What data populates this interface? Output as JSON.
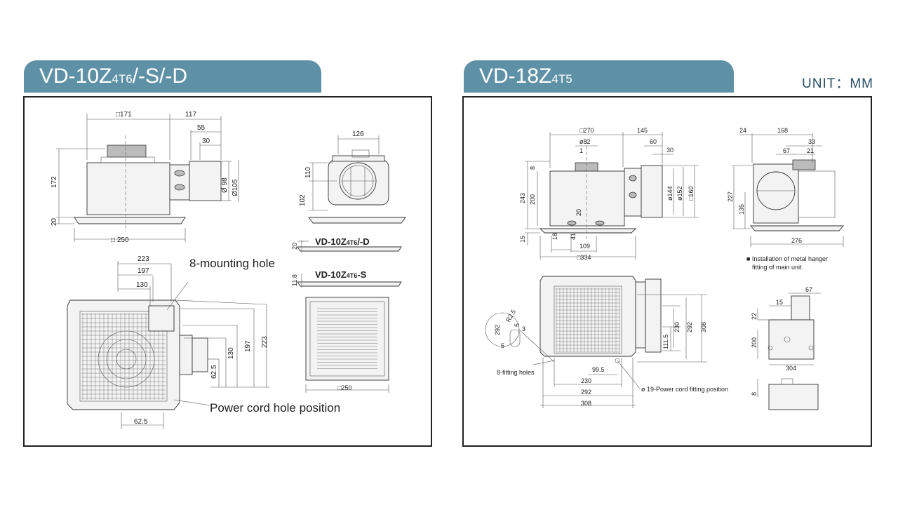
{
  "tabs": {
    "left": {
      "main": "VD-10Z",
      "sub": "4T6",
      "rest": "/-S/-D"
    },
    "right": {
      "main": "VD-18Z",
      "sub": "4T5"
    }
  },
  "unit_label": "UNIT：MM",
  "left": {
    "callouts": {
      "mounting_hole": "8-mounting hole",
      "power_cord": "Power cord  hole position"
    },
    "variant_d": {
      "main": "VD-10Z",
      "sub": "4T6",
      "rest": "/-D"
    },
    "variant_s": {
      "main": "VD-10Z",
      "sub": "4T6",
      "rest": "-S"
    },
    "dims": {
      "sq171": "□171",
      "d117": "117",
      "d55": "55",
      "d30": "30",
      "d172": "172",
      "d20": "20",
      "phi98": "Ø 98",
      "phi105": "Ø105",
      "sq250": "□ 250",
      "d126": "126",
      "d110": "110",
      "d102": "102",
      "d20b": "20",
      "d11_8": "11.8",
      "d223": "223",
      "d197": "197",
      "d130": "130",
      "d62_5a": "62.5",
      "d130b": "130",
      "d197b": "197",
      "d223b": "223",
      "d62_5b": "62.5",
      "sq250b": "□250"
    }
  },
  "right": {
    "notes": {
      "hanger_1": "■ Installation of metal hanger",
      "hanger_2": "fitting of main unit",
      "fitting_holes": "8-fitting holes",
      "power_cord": "ø 19-Power cord fitting position"
    },
    "dims": {
      "sq270": "□270",
      "d145": "145",
      "phi82": "ø82",
      "d60": "60",
      "d30": "30",
      "d1": "1",
      "d8": "8",
      "d243": "243",
      "d200": "200",
      "d20": "20",
      "phi144": "ø144",
      "phi152": "ø152",
      "sq160": "□160",
      "d15": "15",
      "d18": "18",
      "d41": "41",
      "d109": "109",
      "sq334": "□334",
      "d24": "24",
      "d168": "168",
      "d33": "33",
      "d67": "67",
      "d21": "21",
      "d227": "227",
      "d135": "135",
      "d276": "276",
      "d292": "292",
      "d5": "5",
      "d3": "3",
      "r2_5": "R2.5",
      "d5b": "5",
      "d230": "230",
      "d292b": "292",
      "d308": "308",
      "d111_5": "111.5",
      "d99_5": "99.5",
      "d230b": "230",
      "d292c": "292",
      "d308b": "308",
      "d67b": "67",
      "d15b": "15",
      "d22": "22",
      "d200b": "200",
      "d304": "304",
      "d8b": "8"
    }
  }
}
